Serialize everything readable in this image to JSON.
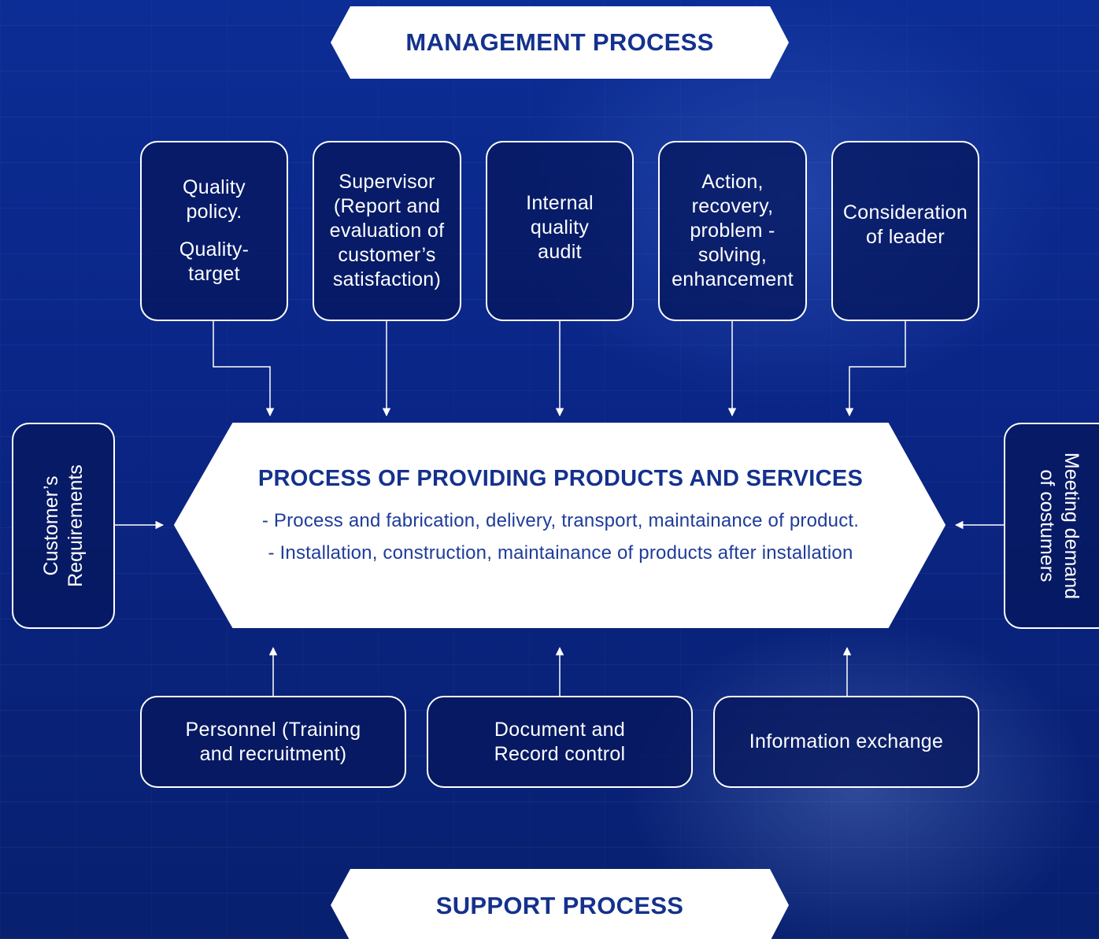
{
  "management": {
    "title": "MANAGEMENT PROCESS"
  },
  "support": {
    "title": "SUPPORT PROCESS"
  },
  "top_boxes": [
    {
      "lines": [
        "Quality",
        "policy."
      ],
      "lines2": [
        "Quality-",
        "target"
      ]
    },
    {
      "lines": [
        "Supervisor",
        "(Report and",
        "evaluation of",
        "customer’s",
        "satisfaction)"
      ]
    },
    {
      "lines": [
        "Internal",
        "quality",
        "audit"
      ]
    },
    {
      "lines": [
        "Action,",
        "recovery,",
        "problem -",
        "solving,",
        "enhancement"
      ]
    },
    {
      "lines": [
        "Consideration",
        "of leader"
      ]
    }
  ],
  "center": {
    "title": "PROCESS OF PROVIDING PRODUCTS AND SERVICES",
    "line1": "- Process and fabrication, delivery, transport, maintainance of product.",
    "line2": "- Installation, construction, maintainance of products after installation"
  },
  "left_box": {
    "text": "Customer’s\nRequirements"
  },
  "right_box": {
    "text": "Meeting demand\nof costumers"
  },
  "bottom_boxes": [
    {
      "text": "Personnel (Training\nand recruitment)"
    },
    {
      "text": "Document and\nRecord control"
    },
    {
      "text": "Information exchange"
    }
  ],
  "colors": {
    "background": "#0a2a8c",
    "banner_text": "#14318d",
    "box_border": "#ffffff"
  }
}
